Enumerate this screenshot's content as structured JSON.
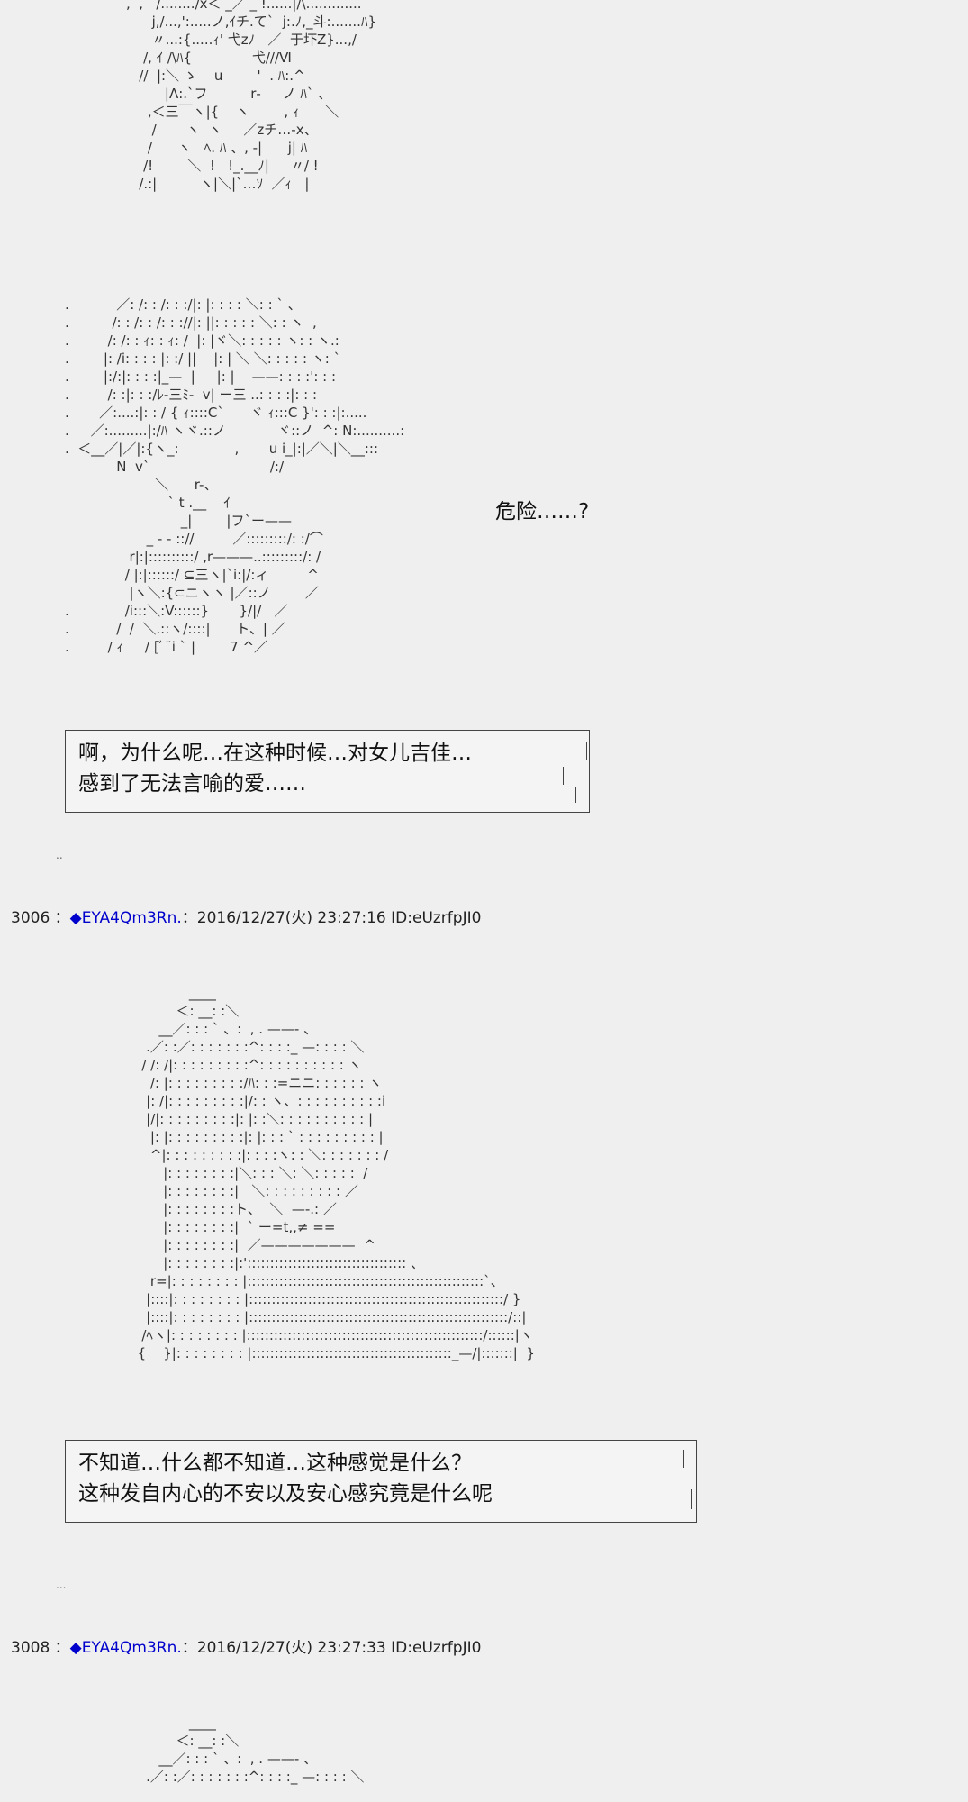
{
  "art": {
    "figure_top": ",  ,   /......../x＜ _／ _ !......|/\\.............\n      j,/...,':.....ノ,ｲチ.て`  j:.ﾉ,_斗:.......ﾊ}\n      〃...:{.....ｨ' 弋zﾉ   ／  于圷Z}...,/\n    /, ｲ /\\ﾊ{              弋///Ⅵ\n   //  |:＼ ゝ    u        '  . ﾊ:.^\n         |Λ:.`フ          r‐     ノ ﾊ` 、\n     ,＜三￣ヽ|{    ヽ        , ｨ      ＼\n      /       ヽ  ヽ     ／zチ…-x、\n     /      ヽ   ﾍ. ﾊ 、, -|      j| ﾊ\n    /!        ＼  !   !_.__ﾉ|     〃/ !\n   /.:|          ヽ|＼|`…ｿ  ／ｨ   |",
    "figure_mid": ".           ／: /: : /: : :/|: |: : : : ＼: : ` 、\n.          /: : /: : /: : ://|: ||: : : : : ＼: : ヽ  ,\n.         /: /: : ｨ: : ｨ: /  |: |ヾ＼: : : : : ヽ: : ヽ.:\n.        |: /i: : : : |: :/ ||    |: | ＼ ＼: : : : : ヽ: `\n.        |:/:|: : : :|_—  |     |: |    ——: : : :': : :\n.         /: :|: : :/ﾚ-三ﾐ-  v| ー三 ..: : : :|: : :\n.       ／:....:|: : / { ｨ::::C`      ヾ ｨ:::C }': : :|:.....\n.     ／:.........|:/ﾊ ヽヾ.::ノ            ヾ::ノ  ^: N:..........:\n.  ＜__／|／|:{ヽ_:             ,       u i_|:|／＼|＼__:::\n            N  v`                            /:/\n                     ＼      r-、\n                        ` t .__    ｲ\n                           _|        |フ`ー——\n                   _ - ‐ :://         ／:::::::::/: :/⌒\n               r|:|::::::::::/ ,r———..:::::::::/: /\n              / |:|::::::/ ⊆三ヽ|`i:|/:ィ         ^\n               |ヽ＼:{⊂ニヽヽ |／::ノ        ／\n.             /i:::＼:V::::::}       }/|/   ／\n.           /  /  ＼.::ヽ/::::|      ト、| ／\n.         / ｨ     / [ﾞ¨i ` |        7 ^／",
    "figure_bot1": "                  ____\n               ＜: __: :＼\n           __／: : : ` 、:  , . ——- 、\n        .／: :／: : : : : : :^: : : :_ —: : : : ＼\n       / /: /|: : : : : : : : :^: : : : : : : : : : ヽ\n         /: |: : : : : : : : :/ﾊ: : :=ニニ: : : : : : ヽ\n        |: /|: : : : : : : : :|/: : ヽ、: : : : : : : : : :i\n        |/|: : : : : : : : :|: |: :＼: : : : : : : : : : |\n         |: |: : : : : : : : :|: |: : : ` : : : : : : : : : |\n         ^|: : : : : : : : :|: : : :ヽ: : ＼: : : : : : : /\n            |: : : : : : : :|＼: : : ＼: ＼: : : : :  /\n            |: : : : : : : :|   ＼: : : : : : : : : ／\n            |: : : : : : : :ト、  ＼  —-.: ／\n            |: : : : : : : :|  ` ー=t,,≠ ==\n            |: : : : : : : :|  ／———————  ^\n            |: : : : : : : :|:'::::::::::::::::::::::::::::::::::: 、\n         r=|: : : : : : : : |::::::::::::::::::::::::::::::::::::::::::::::::::::`、\n        |::::|: : : : : : : : |::::::::::::::::::::::::::::::::::::::::::::::::::::::::/ }\n        |::::|: : : : : : : : |:::::::::::::::::::::::::::::::::::::::::::::::::::::::::/::|\n       /ﾍヽ|: : : : : : : : |::::::::::::::::::::::::::::::::::::::::::::::::::::/::::::|ヽ\n      {    }|: : : : : : : : |::::::::::::::::::::::::::::::::::::::::::::_—/|:::::::|  }",
    "figure_bot2": "                  ____\n               ＜: __: :＼\n           __／: : : ` 、:  , . ——- 、\n        .／: :／: : : : : : :^: : : :_ —: : : : ＼"
  },
  "speech": {
    "danger": "危险……?"
  },
  "box1": {
    "line1": "啊，为什么呢…在这种时候…对女儿吉佳…",
    "line2": "感到了无法言喻的爱……"
  },
  "box2": {
    "line1": "不知道…什么都不知道…这种感觉是什么？",
    "line2": "这种发自内心的不安以及安心感究竟是什么呢"
  },
  "posts": [
    {
      "number": "3006",
      "sep": " ：",
      "trip": "◆EYA4Qm3Rn.",
      "info": "：2016/12/27(火) 23:27:16 ID:eUzrfpJI0"
    },
    {
      "number": "3008",
      "sep": " ：",
      "trip": "◆EYA4Qm3Rn.",
      "info": "：2016/12/27(火) 23:27:33 ID:eUzrfpJI0"
    }
  ],
  "separators": {
    "dots1": "..",
    "dots2": "..."
  }
}
